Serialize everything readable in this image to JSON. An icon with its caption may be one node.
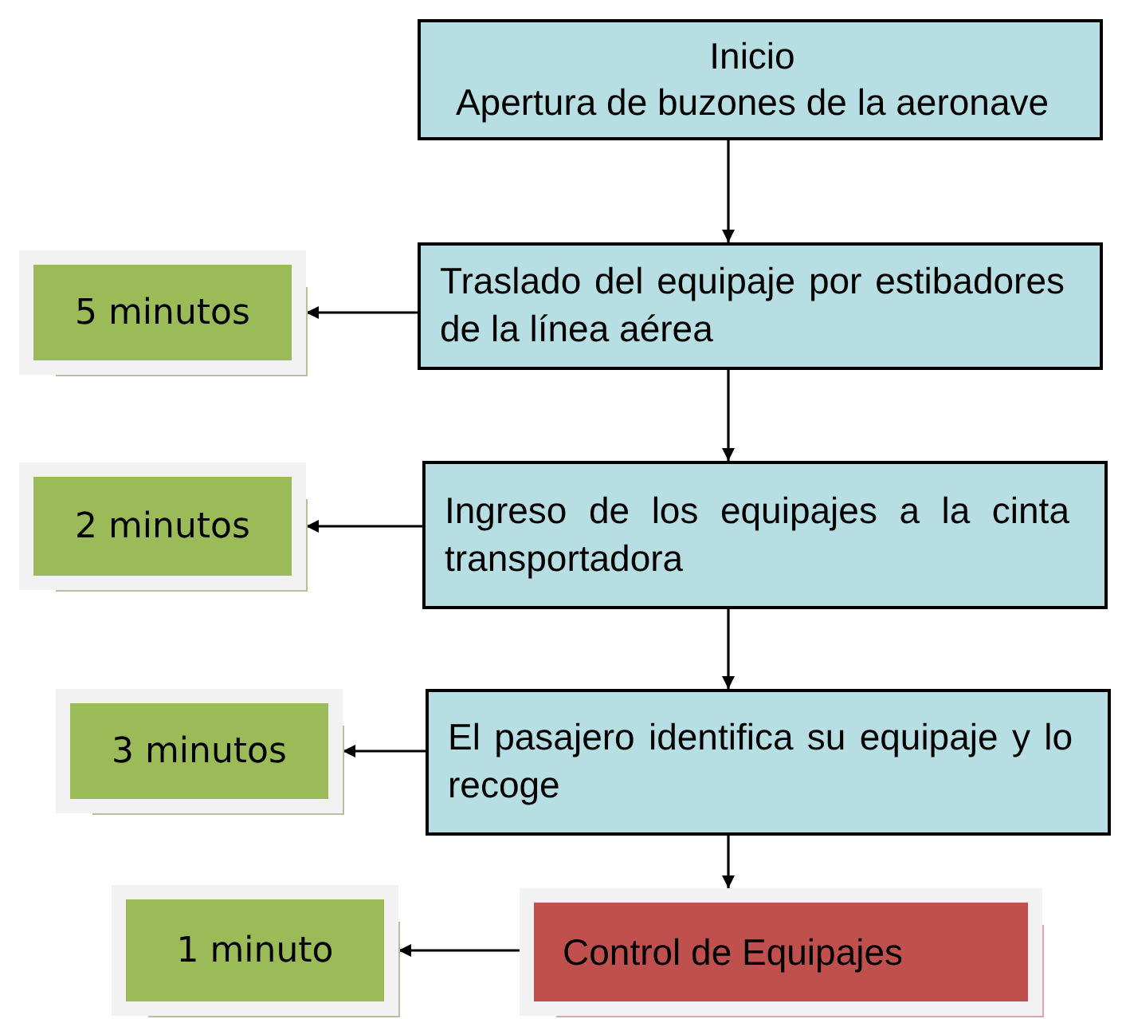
{
  "diagram": {
    "nodes": [
      {
        "text": [
          "Inicio",
          "Apertura de buzones de la aeronave"
        ]
      },
      {
        "text": [
          "Traslado del equipaje por estibadores de la línea aérea"
        ]
      },
      {
        "text": [
          "5 minutos"
        ]
      },
      {
        "text": [
          "Ingreso de los equipajes a la cinta transportadora"
        ]
      },
      {
        "text": [
          "2 minutos"
        ]
      },
      {
        "text": [
          "El pasajero identifica su equipaje y lo recoge"
        ]
      },
      {
        "text": [
          "3 minutos"
        ]
      },
      {
        "text": [
          "Control de Equipajes"
        ]
      },
      {
        "text": [
          "1 minuto"
        ]
      }
    ],
    "edges": [
      {
        "from": 0,
        "to": 1,
        "arrow": "to"
      },
      {
        "from": 1,
        "to": 2,
        "arrow": "to"
      },
      {
        "from": 1,
        "to": 3,
        "arrow": "to"
      },
      {
        "from": 3,
        "to": 4,
        "arrow": "to"
      },
      {
        "from": 3,
        "to": 5,
        "arrow": "to"
      },
      {
        "from": 5,
        "to": 6,
        "arrow": "to"
      },
      {
        "from": 5,
        "to": 7,
        "arrow": "to"
      },
      {
        "from": 7,
        "to": 8,
        "arrow": "to"
      }
    ]
  }
}
